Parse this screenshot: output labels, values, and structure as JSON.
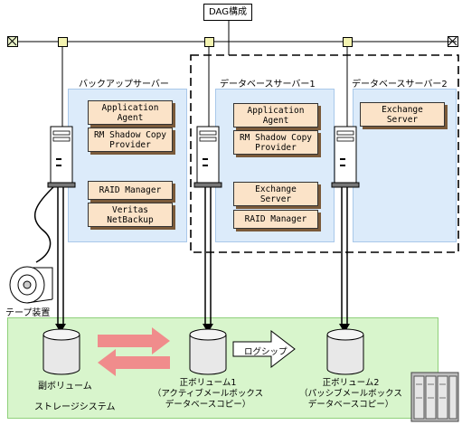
{
  "dag": {
    "label": "DAG構成"
  },
  "backup_server": {
    "title": "バックアップサーバー",
    "components": [
      "Application\nAgent",
      "RM Shadow Copy\nProvider",
      "RAID Manager",
      "Veritas\nNetBackup"
    ]
  },
  "db_server1": {
    "title": "データベースサーバー1",
    "components": [
      "Application\nAgent",
      "RM Shadow Copy\nProvider",
      "Exchange\nServer",
      "RAID Manager"
    ]
  },
  "db_server2": {
    "title": "データベースサーバー2",
    "components": [
      "Exchange\nServer"
    ]
  },
  "tape": {
    "label": "テープ装置"
  },
  "storage": {
    "label": "ストレージシステム",
    "secondary_volume": "副ボリューム",
    "primary_volume1": "正ボリューム1\n（アクティブメールボックス\nデータベースコピー）",
    "primary_volume2": "正ボリューム2\n（パッシブメールボックス\nデータベースコピー）",
    "log_ship": "ログシップ"
  }
}
